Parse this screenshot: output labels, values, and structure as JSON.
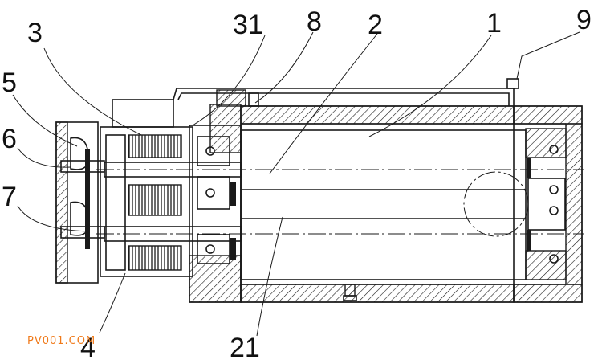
{
  "labels": {
    "l3": "3",
    "l31": "31",
    "l8": "8",
    "l2": "2",
    "l1": "1",
    "l9": "9",
    "l5": "5",
    "l6": "6",
    "l7": "7",
    "l4": "4",
    "l21": "21"
  },
  "watermark": "PV001.COM",
  "colors": {
    "line": "#1a1a1a",
    "watermark": "#f07a1a",
    "background": "#ffffff"
  }
}
